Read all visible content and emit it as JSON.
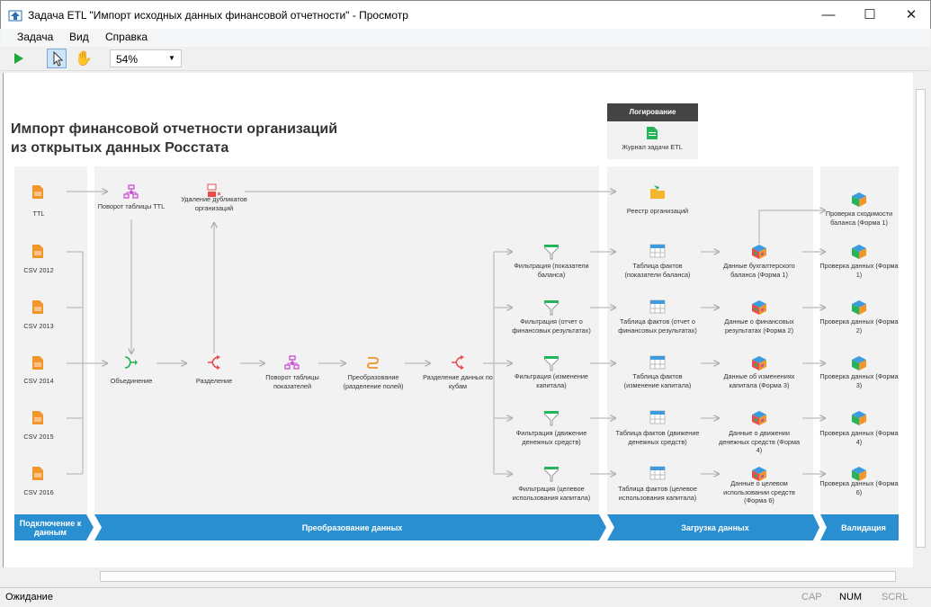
{
  "window": {
    "title": "Задача ETL \"Импорт исходных данных финансовой отчетности\" - Просмотр"
  },
  "menu": [
    "Задача",
    "Вид",
    "Справка"
  ],
  "toolbar": {
    "zoom": "54%"
  },
  "diagram": {
    "title_line1": "Импорт финансовой отчетности организаций",
    "title_line2": "из открытых данных Росстата",
    "logging": {
      "header": "Логирование",
      "item": "Журнал задачи ETL"
    },
    "stages": [
      "Подключение к данным",
      "Преобразование данных",
      "Загрузка данных",
      "Валидация"
    ],
    "nodes": [
      {
        "label": "TTL",
        "icon": "file-icon"
      },
      {
        "label": "CSV 2012",
        "icon": "file-icon"
      },
      {
        "label": "CSV 2013",
        "icon": "file-icon"
      },
      {
        "label": "CSV 2014",
        "icon": "file-icon"
      },
      {
        "label": "CSV 2015",
        "icon": "file-icon"
      },
      {
        "label": "CSV 2016",
        "icon": "file-icon"
      },
      {
        "label": "Поворот таблицы TTL",
        "icon": "pivot-icon"
      },
      {
        "label": "Удаление дубликатов организаций",
        "icon": "dedupe-icon"
      },
      {
        "label": "Объединение",
        "icon": "merge-icon"
      },
      {
        "label": "Разделение",
        "icon": "split-icon"
      },
      {
        "label": "Поворот таблицы показателей",
        "icon": "pivot-icon"
      },
      {
        "label": "Преобразование (разделение полей)",
        "icon": "transform-icon"
      },
      {
        "label": "Разделение данных по кубам",
        "icon": "split-icon"
      },
      {
        "label": "Фильтрация (показатели баланса)",
        "icon": "filter-icon"
      },
      {
        "label": "Фильтрация (отчет о финансовых результатах)",
        "icon": "filter-icon"
      },
      {
        "label": "Фильтрация (изменение капитала)",
        "icon": "filter-icon"
      },
      {
        "label": "Фильтрация (движение денежных средств)",
        "icon": "filter-icon"
      },
      {
        "label": "Фильтрация (целевое использования капитала)",
        "icon": "filter-icon"
      },
      {
        "label": "Реестр организаций",
        "icon": "folder-icon"
      },
      {
        "label": "Таблица фактов (показатели баланса)",
        "icon": "table-icon"
      },
      {
        "label": "Таблица фактов (отчет о финансовых результатах)",
        "icon": "table-icon"
      },
      {
        "label": "Таблица фактов (изменение капитала)",
        "icon": "table-icon"
      },
      {
        "label": "Таблица фактов (движение денежных средств)",
        "icon": "table-icon"
      },
      {
        "label": "Таблица фактов (целевое использования капитала)",
        "icon": "table-icon"
      },
      {
        "label": "Данные бухгалтерского баланса (Форма 1)",
        "icon": "cube-icon"
      },
      {
        "label": "Данные о финансовых результатах (Форма 2)",
        "icon": "cube-icon"
      },
      {
        "label": "Данные об изменениях капитала (Форма 3)",
        "icon": "cube-icon"
      },
      {
        "label": "Данные о движении денежных средств (Форма 4)",
        "icon": "cube-icon"
      },
      {
        "label": "Данные о целевом использовании средств (Форма 6)",
        "icon": "cube-icon"
      },
      {
        "label": "Проверка сходимости баланса (Форма 1)",
        "icon": "check-cube-icon"
      },
      {
        "label": "Проверка данных (Форма 1)",
        "icon": "check-cube-icon"
      },
      {
        "label": "Проверка данных (Форма 2)",
        "icon": "check-cube-icon"
      },
      {
        "label": "Проверка данных (Форма 3)",
        "icon": "check-cube-icon"
      },
      {
        "label": "Проверка данных (Форма 4)",
        "icon": "check-cube-icon"
      },
      {
        "label": "Проверка данных (Форма 6)",
        "icon": "check-cube-icon"
      }
    ]
  },
  "status": {
    "text": "Ожидание",
    "cap": "CAP",
    "num": "NUM",
    "scrl": "SCRL"
  },
  "colors": {
    "ribbon": "#2a8fd1",
    "lane": "#f2f2f2",
    "file": "#f0962a",
    "filter": "#27b35a",
    "table": "#3d9be0"
  }
}
